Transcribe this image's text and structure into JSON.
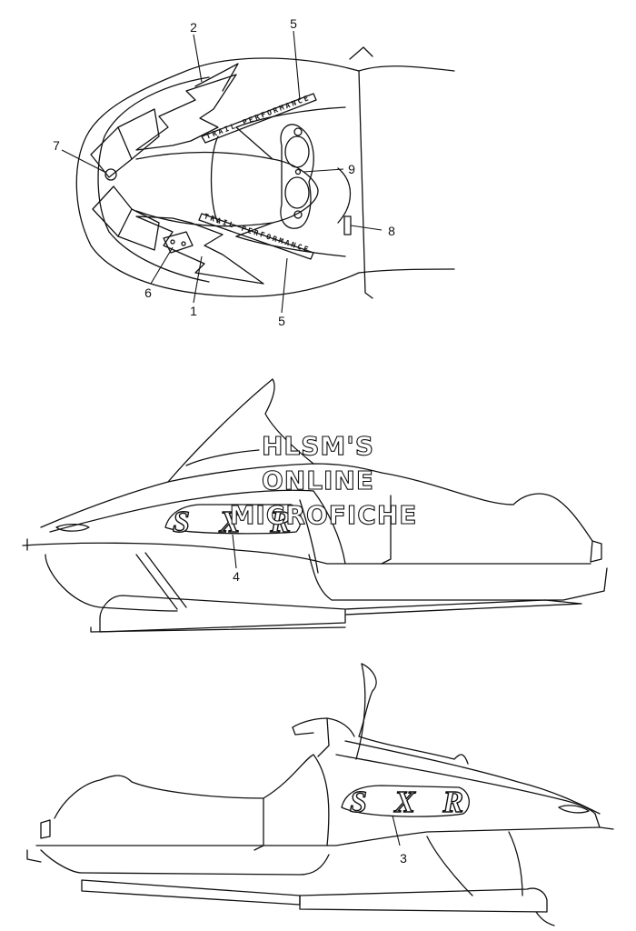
{
  "callouts": {
    "c1": "1",
    "c2": "2",
    "c3": "3",
    "c4": "4",
    "c5a": "5",
    "c5b": "5",
    "c6": "6",
    "c7": "7",
    "c8": "8",
    "c9": "9"
  },
  "decals": {
    "stripe_upper": "TRAIL PERFORMANCE",
    "stripe_lower": "TRAIL PERFORMANCE",
    "model_logo_side": "SXR",
    "model_logo_other_side": "SXR"
  },
  "watermark": {
    "line1": "HLSM'S",
    "line2": "ONLINE",
    "line3": "MICROFICHE"
  }
}
